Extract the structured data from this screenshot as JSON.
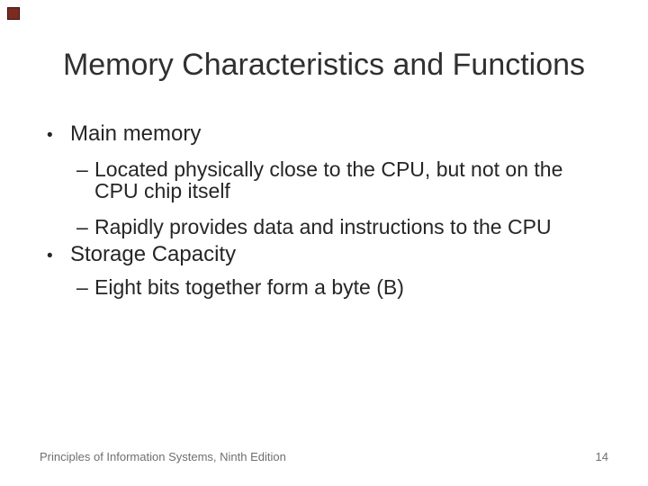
{
  "slide": {
    "title": "Memory Characteristics and Functions",
    "bullets": [
      {
        "level": 1,
        "marker": "•",
        "text": "Main memory"
      },
      {
        "level": 2,
        "marker": "–",
        "text": "Located physically close to the CPU, but not on the CPU chip itself"
      },
      {
        "level": 2,
        "marker": "–",
        "text": "Rapidly provides data and instructions to the CPU"
      },
      {
        "level": 1,
        "marker": "•",
        "text": "Storage Capacity"
      },
      {
        "level": 2,
        "marker": "–",
        "text": "Eight bits together form a byte (B)"
      }
    ],
    "footer": {
      "left": "Principles of Information Systems, Ninth Edition",
      "page": "14"
    },
    "decoration": {
      "corner_square_color": "#7d2b22",
      "corner_square_border_color": "#35100b"
    },
    "colors": {
      "background": "#ffffff",
      "title_text": "#303030",
      "body_text": "#262626",
      "footer_text": "#6f6f6f"
    }
  }
}
